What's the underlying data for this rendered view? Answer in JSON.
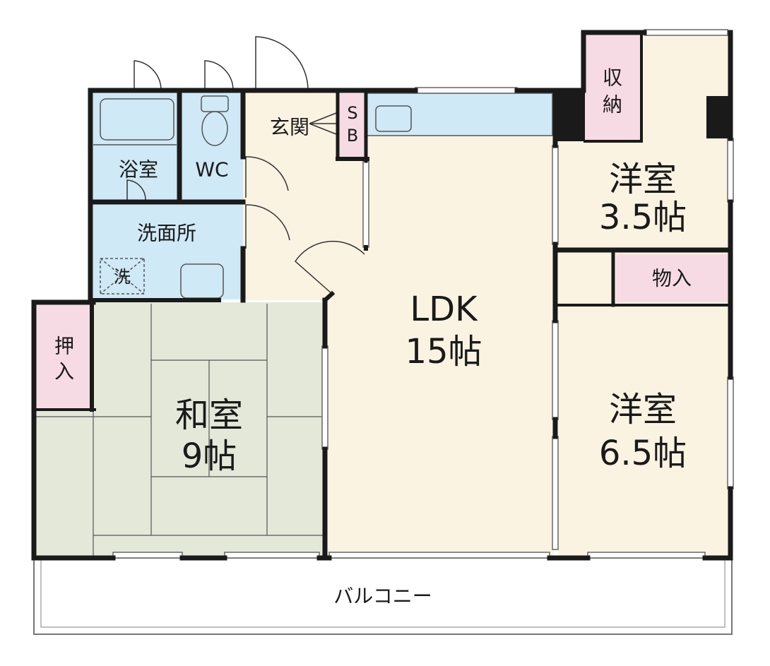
{
  "rooms": {
    "bathroom": "浴室",
    "wc": "WC",
    "entrance": "玄関",
    "shoe_box_s": "S",
    "shoe_box_b": "B",
    "washroom": "洗面所",
    "washer": "洗",
    "oshiire_1": "押",
    "oshiire_2": "入",
    "washitsu_name": "和室",
    "washitsu_size": "9帖",
    "ldk_name": "LDK",
    "ldk_size": "15帖",
    "storage_1": "収",
    "storage_2": "納",
    "youshitsu_small_name": "洋室",
    "youshitsu_small_size": "3.5帖",
    "closet": "物入",
    "youshitsu_large_name": "洋室",
    "youshitsu_large_size": "6.5帖",
    "balcony": "バルコニー"
  },
  "colors": {
    "wall": "#1a1a1a",
    "wet_area": "#cfe9f6",
    "wood_floor": "#fbf3e2",
    "tatami": "#e3e8d9",
    "storage": "#f7dbe4",
    "balcony": "#ffffff"
  }
}
